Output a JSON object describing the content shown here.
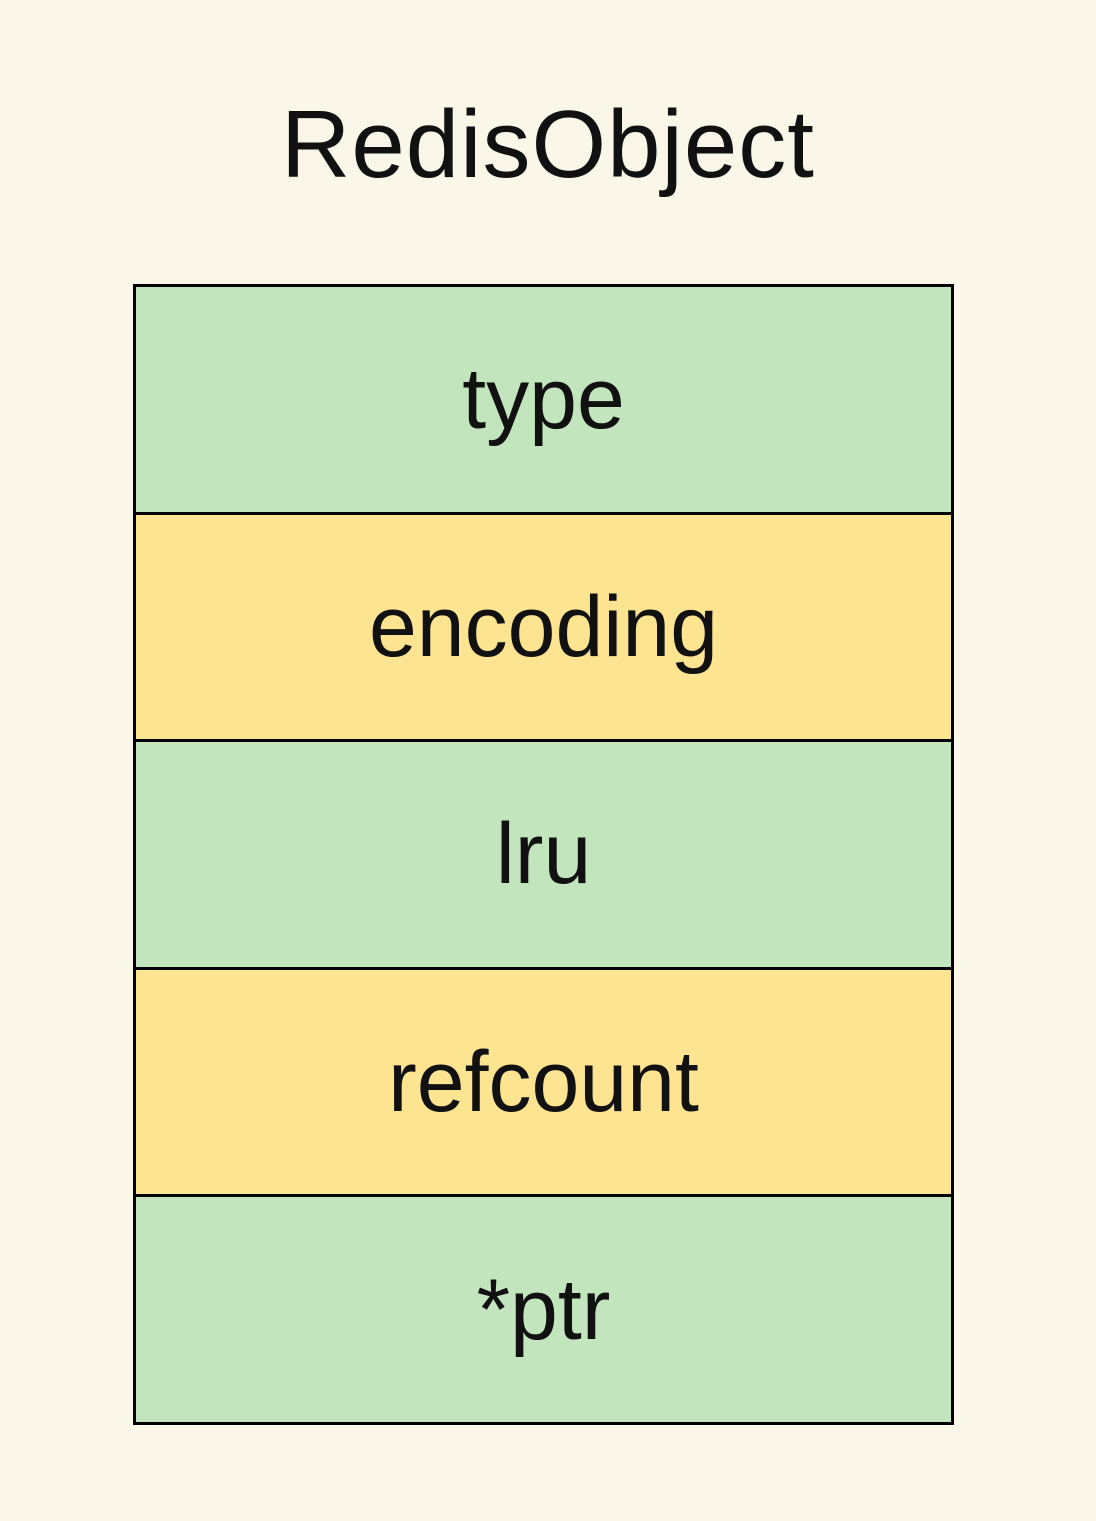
{
  "diagram": {
    "title": "RedisObject",
    "colors": {
      "background": "#faf7e8",
      "green": "#c3e5be",
      "yellow": "#fce490",
      "border": "#000000",
      "text": "#111111"
    },
    "rows": [
      {
        "label": "type",
        "color": "green"
      },
      {
        "label": "encoding",
        "color": "yellow"
      },
      {
        "label": "lru",
        "color": "green"
      },
      {
        "label": "refcount",
        "color": "yellow"
      },
      {
        "label": "*ptr",
        "color": "green"
      }
    ]
  }
}
